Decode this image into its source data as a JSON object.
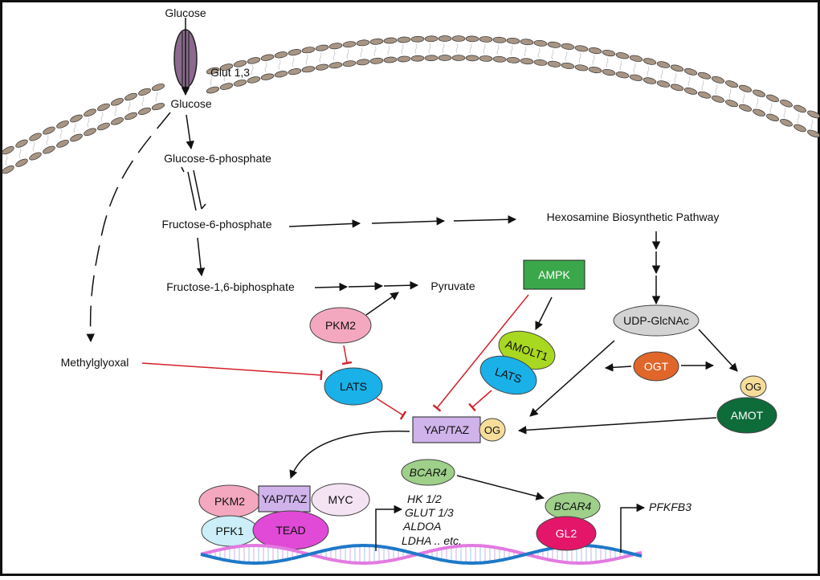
{
  "labels": {
    "glucose_out": "Glucose",
    "glut": "Glut 1,3",
    "glucose_in": "Glucose",
    "g6p": "Glucose-6-phosphate",
    "f6p": "Fructose-6-phosphate",
    "hbp": "Hexosamine Biosynthetic Pathway",
    "f16bp": "Fructose-1,6-biphosphate",
    "pyruvate": "Pyruvate",
    "methylglyoxal": "Methylglyoxal",
    "genes": [
      "HK 1/2",
      "GLUT 1/3",
      "ALDOA",
      "LDHA .. etc."
    ],
    "pfkfb3": "PFKFB3"
  },
  "nodes": {
    "ampk": "AMPK",
    "pkm2": "PKM2",
    "lats1": "LATS",
    "amolt1": "AMOLT1",
    "lats2": "LATS",
    "udp": "UDP-GlcNAc",
    "ogt": "OGT",
    "og1": "OG",
    "amot": "AMOT",
    "yaptaz": "YAP/TAZ",
    "og2": "OG",
    "bcar4a": "BCAR4",
    "bcar4b": "BCAR4",
    "gl2": "GL2",
    "c_pkm2": "PKM2",
    "c_yaptaz": "YAP/TAZ",
    "c_myc": "MYC",
    "c_pfk1": "PFK1",
    "c_tead": "TEAD"
  },
  "colors": {
    "membrane": "#a89584",
    "channel": "#8b6a8e",
    "ampk": "#3aa84a",
    "pkm2": "#f4a8c0",
    "lats": "#1ab0e8",
    "amolt1": "#a8d820",
    "udp": "#d3d3d3",
    "ogt": "#e0662a",
    "og": "#f6dd9a",
    "amot": "#0e6b3a",
    "yaptaz": "#cfb3ea",
    "bcar4": "#9ed08a",
    "gl2": "#e4166a",
    "myc": "#f3e3f3",
    "pfk1": "#cbeef8",
    "tead": "#e04ad6",
    "inhibit": "#d4202a",
    "dna_blue": "#1f78c8",
    "dna_pink": "#e27ae0"
  }
}
